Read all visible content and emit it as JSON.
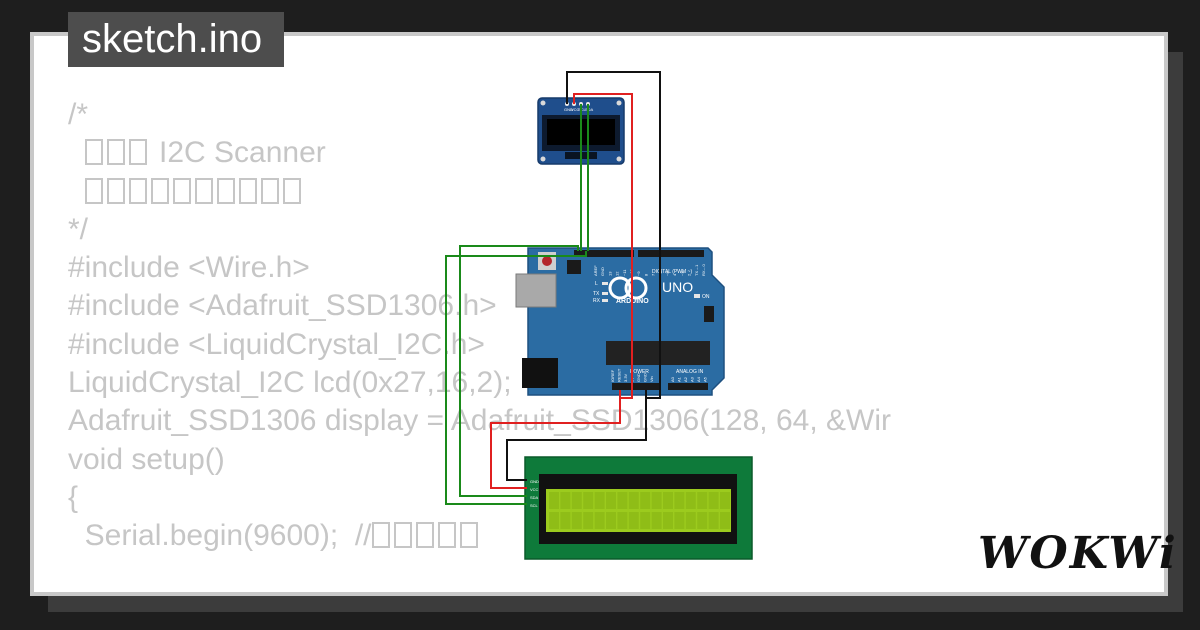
{
  "window": {
    "filename": "sketch.ino"
  },
  "editor": {
    "lines": [
      {
        "text": "/*",
        "glyphs": 0,
        "indent": ""
      },
      {
        "text": "I2C Scanner",
        "glyphs": 3,
        "indent": "  ",
        "prefix_glyphs": true
      },
      {
        "text": "",
        "glyphs": 10,
        "indent": "  "
      },
      {
        "text": "*/",
        "glyphs": 0,
        "indent": ""
      },
      {
        "text": "#include <Wire.h>",
        "glyphs": 0,
        "indent": ""
      },
      {
        "text": "#include <Adafruit_SSD1306.h>",
        "glyphs": 0,
        "indent": ""
      },
      {
        "text": "#include <LiquidCrystal_I2C.h>",
        "glyphs": 0,
        "indent": ""
      },
      {
        "text": "LiquidCrystal_I2C lcd(0x27,16,2);",
        "glyphs": 0,
        "indent": ""
      },
      {
        "text": "Adafruit_SSD1306 display = Adafruit_SSD1306(128, 64, &Wir",
        "glyphs": 0,
        "indent": ""
      },
      {
        "text": "void setup()",
        "glyphs": 0,
        "indent": ""
      },
      {
        "text": "{",
        "glyphs": 0,
        "indent": ""
      },
      {
        "text": "Serial.begin(9600);  //",
        "glyphs": 5,
        "indent": "  "
      }
    ]
  },
  "components": {
    "oled": {
      "pins": [
        "GND",
        "VCC",
        "SCL",
        "SDA"
      ]
    },
    "arduino": {
      "brand": "ARDUINO",
      "model": "UNO",
      "digital_label": "DIGITAL (PWM ~)",
      "power_label": "POWER",
      "analog_label": "ANALOG IN",
      "on_label": "ON",
      "led_labels": [
        "L",
        "TX",
        "RX"
      ],
      "top_pins": [
        "AREF",
        "GND",
        "13",
        "12",
        "~11",
        "~10",
        "~9",
        "8",
        "7",
        "~6",
        "~5",
        "4",
        "~3",
        "2",
        "TX→1",
        "RX←0"
      ],
      "power_pins": [
        "IOREF",
        "RESET",
        "3.3V",
        "5V",
        "GND",
        "GND",
        "Vin"
      ],
      "analog_pins": [
        "A0",
        "A1",
        "A2",
        "A3",
        "A4",
        "A5"
      ]
    },
    "lcd": {
      "pins": [
        "GND",
        "VCC",
        "SDA",
        "SCL"
      ]
    }
  },
  "colors": {
    "wire_gnd": "#111111",
    "wire_vcc": "#e02020",
    "wire_data": "#1a8a1a",
    "arduino_board": "#2b6ca3",
    "lcd_board": "#0e7a3a",
    "lcd_screen": "#9ccb1e",
    "oled_board": "#1f4e8c"
  },
  "branding": {
    "logo": "WOKWi"
  }
}
